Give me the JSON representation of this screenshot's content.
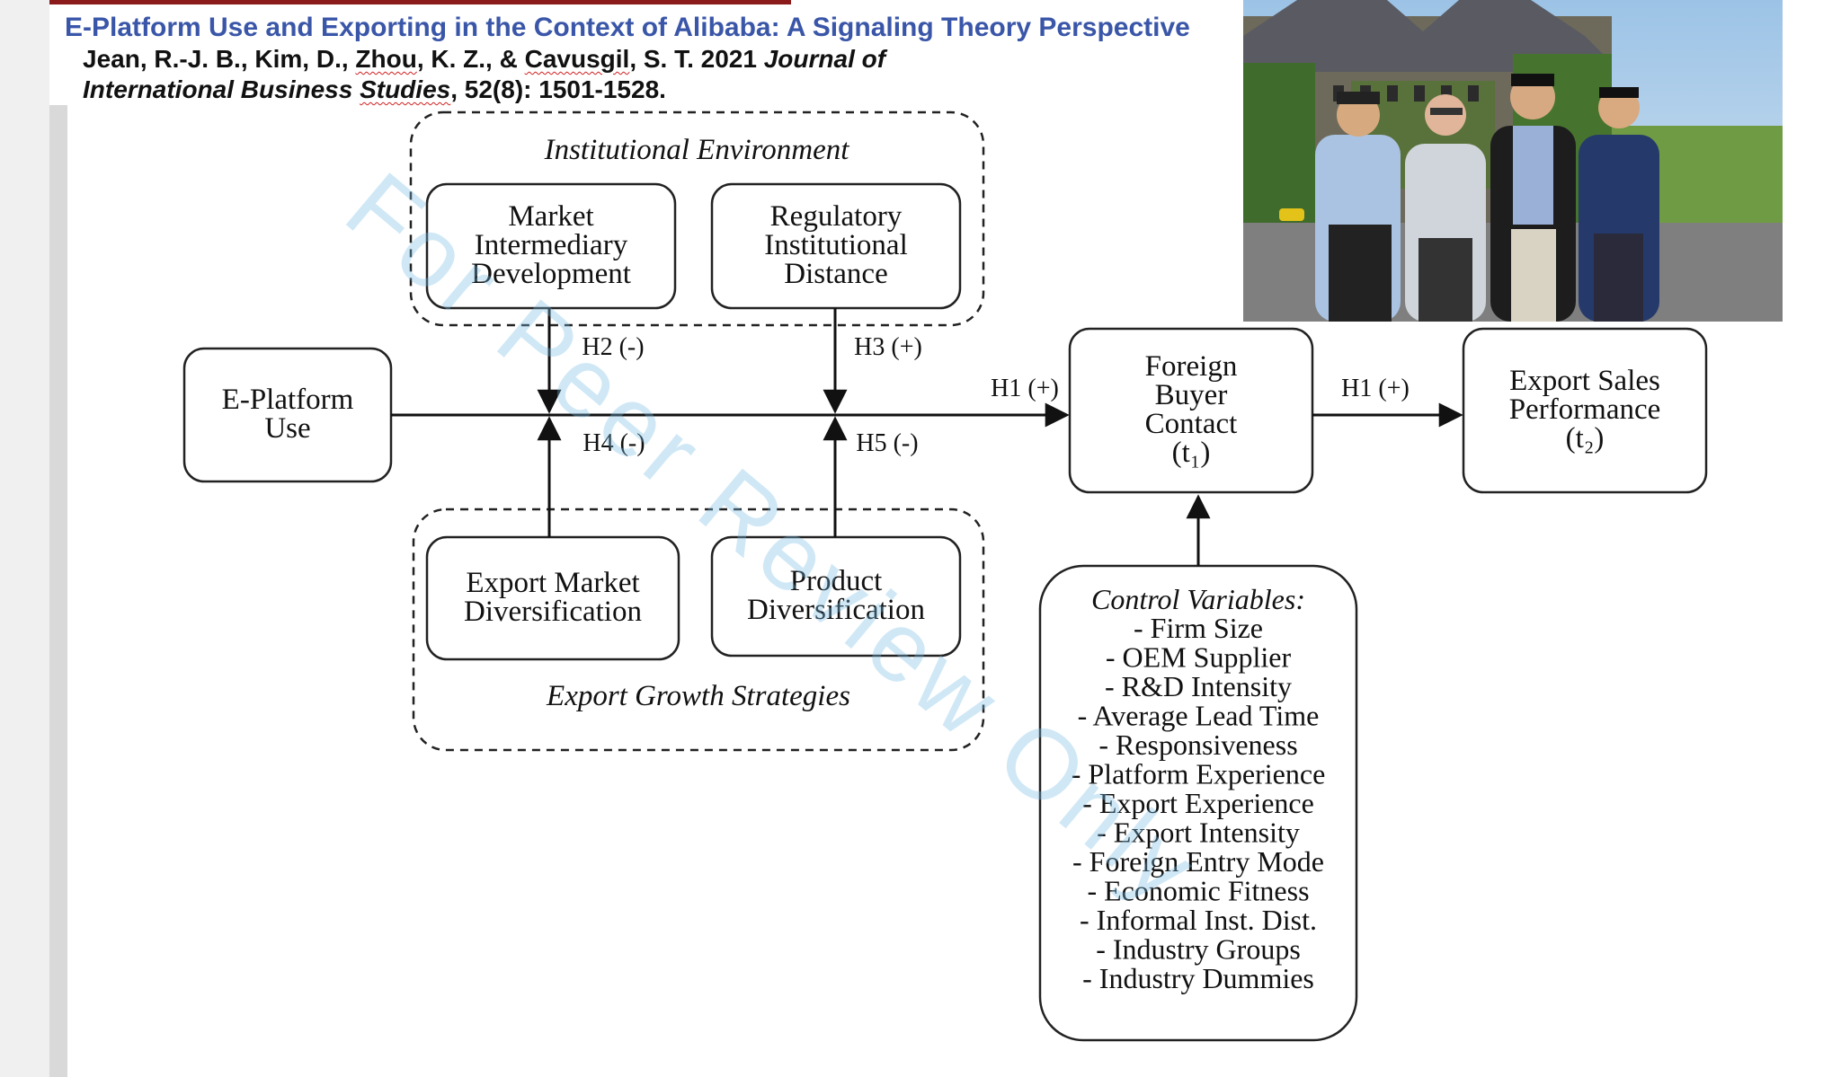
{
  "header": {
    "title": "E-Platform Use and Exporting in the Context of Alibaba: A Signaling Theory Perspective",
    "citation_authors_a": "Jean, R.-J. B., Kim, D., ",
    "citation_zhou": "Zhou",
    "citation_authors_b": ", K. Z., & ",
    "citation_cavusgil": "Cavusgil",
    "citation_authors_c": ", S. T. 2021 ",
    "citation_journal_a": "Journal of",
    "citation_journal_b": "International Business ",
    "citation_studies": "Studies",
    "citation_volume": ", 52(8): 1501-1528."
  },
  "diagram": {
    "groups": {
      "institutional": "Institutional Environment",
      "export_growth": "Export Growth Strategies"
    },
    "boxes": {
      "market_intermediary": [
        "Market",
        "Intermediary",
        "Development"
      ],
      "regulatory_distance": [
        "Regulatory",
        "Institutional",
        "Distance"
      ],
      "eplatform_use": [
        "E-Platform",
        "Use"
      ],
      "foreign_buyer": [
        "Foreign",
        "Buyer",
        "Contact",
        "(t₁)"
      ],
      "export_sales": [
        "Export Sales",
        "Performance",
        "(t₂)"
      ],
      "export_market_div": [
        "Export Market",
        "Diversification"
      ],
      "product_div": [
        "Product",
        "Diversification"
      ]
    },
    "hypotheses": {
      "h2": "H2 (-)",
      "h3": "H3 (+)",
      "h4": "H4 (-)",
      "h5": "H5 (-)",
      "h1_first": "H1 (+)",
      "h1_second": "H1 (+)"
    },
    "controls": {
      "title": "Control Variables:",
      "items": [
        "- Firm Size",
        "- OEM Supplier",
        "- R&D Intensity",
        "- Average Lead Time",
        "- Responsiveness",
        "- Platform Experience",
        "- Export Experience",
        "- Export Intensity",
        "- Foreign Entry Mode",
        "- Economic Fitness",
        "- Informal Inst. Dist.",
        "- Industry Groups",
        "- Industry Dummies"
      ]
    }
  },
  "watermark": "For Peer Review Only"
}
